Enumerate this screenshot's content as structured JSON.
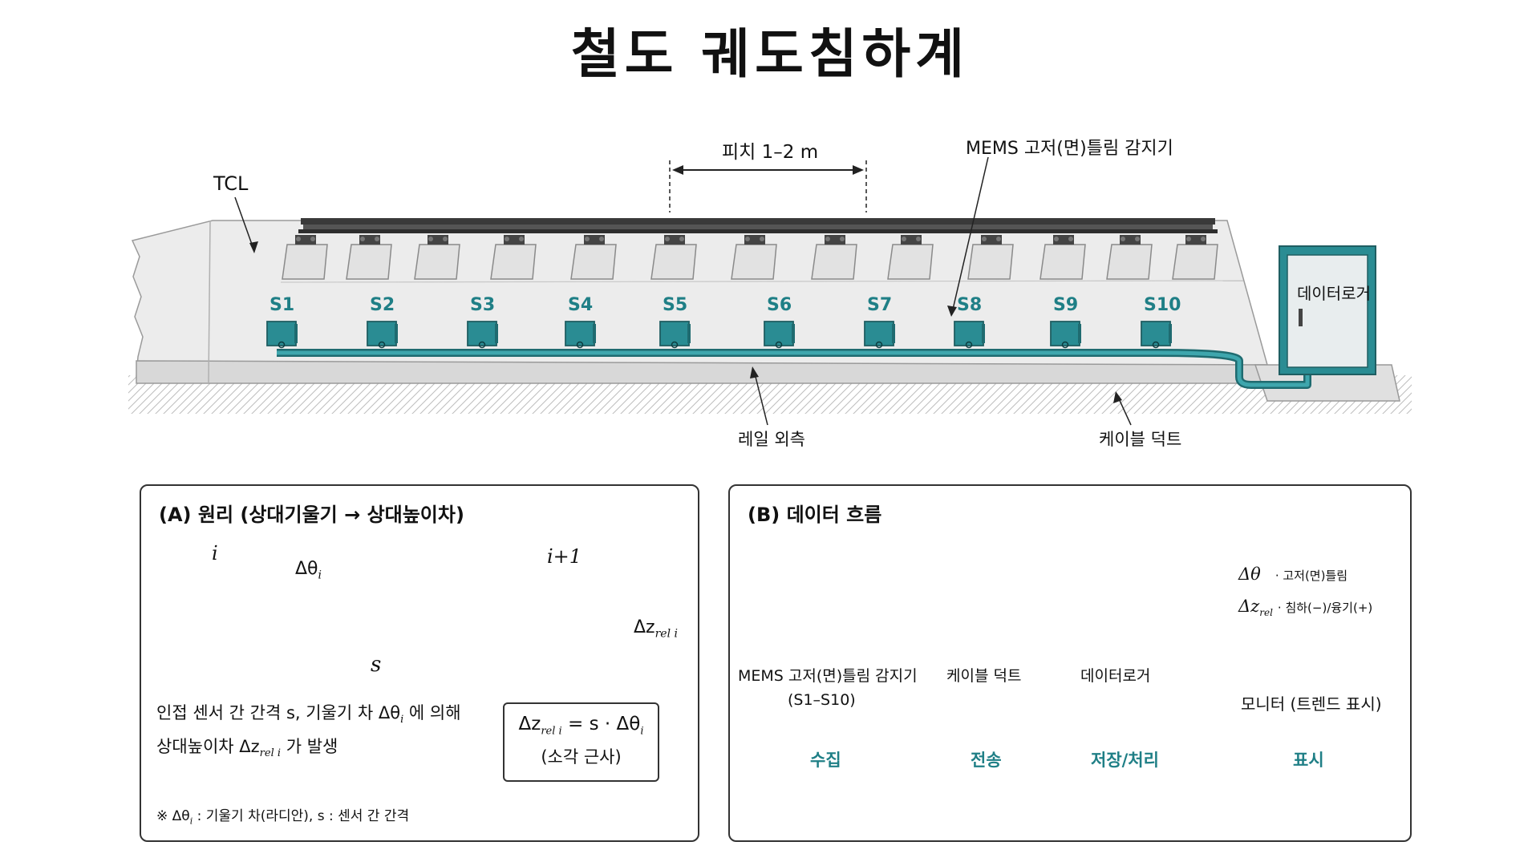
{
  "title": "철도 궤도침하계",
  "top": {
    "pitch_label": "피치 1–2 m",
    "sensor_type_label": "MEMS 고저(면)틀림 감지기",
    "tcl_label": "TCL",
    "logger_label": "데이터로거",
    "rail_outside_label": "레일 외측",
    "cable_duct_label": "케이블 덕트",
    "sensors": [
      "S1",
      "S2",
      "S3",
      "S4",
      "S5",
      "S6",
      "S7",
      "S8",
      "S9",
      "S10"
    ]
  },
  "panel_a": {
    "title": "(A) 원리 (상대기울기 → 상대높이차)",
    "sensor_i": "i",
    "sensor_i1": "i+1",
    "delta_theta": "Δθ",
    "delta_theta_sub": "i",
    "delta_z": "Δz",
    "delta_z_sub": "rel i",
    "spacing": "s",
    "desc_line1": "인접 센서 간 간격 s, 기울기 차 Δθ",
    "desc_line1_sub": "i",
    "desc_line1_tail": " 에 의해",
    "desc_line2": "상대높이차 Δz",
    "desc_line2_sub": "rel i",
    "desc_line2_tail": " 가 발생",
    "formula": "Δz",
    "formula_sub": "rel i",
    "formula_rhs": " = s · Δθ",
    "formula_rhs_sub": "i",
    "formula_note": "(소각 근사)",
    "footnote": "※ Δθ",
    "footnote_sub": "i",
    "footnote_tail": " : 기울기 차(라디안), s : 센서 간 간격"
  },
  "panel_b": {
    "title": "(B) 데이터 흐름",
    "sensors_label": "MEMS 고저(면)틀림 감지기",
    "sensors_range": "(S1–S10)",
    "duct_label": "케이블 덕트",
    "logger_label": "데이터로거",
    "monitor_label": "모니터 (트렌드 표시)",
    "monitor_row1_sym": "Δθ",
    "monitor_row1_text": "· 고저(면)틀림",
    "monitor_row2_sym": "Δz",
    "monitor_row2_sub": "rel",
    "monitor_row2_text": "· 침하(−)/융기(+)",
    "flow": [
      "수집",
      "전송",
      "저장/처리",
      "표시"
    ]
  },
  "colors": {
    "teal": "#2a8c93",
    "teal_dark": "#1f6b70",
    "concrete": "#e6e6e6"
  }
}
